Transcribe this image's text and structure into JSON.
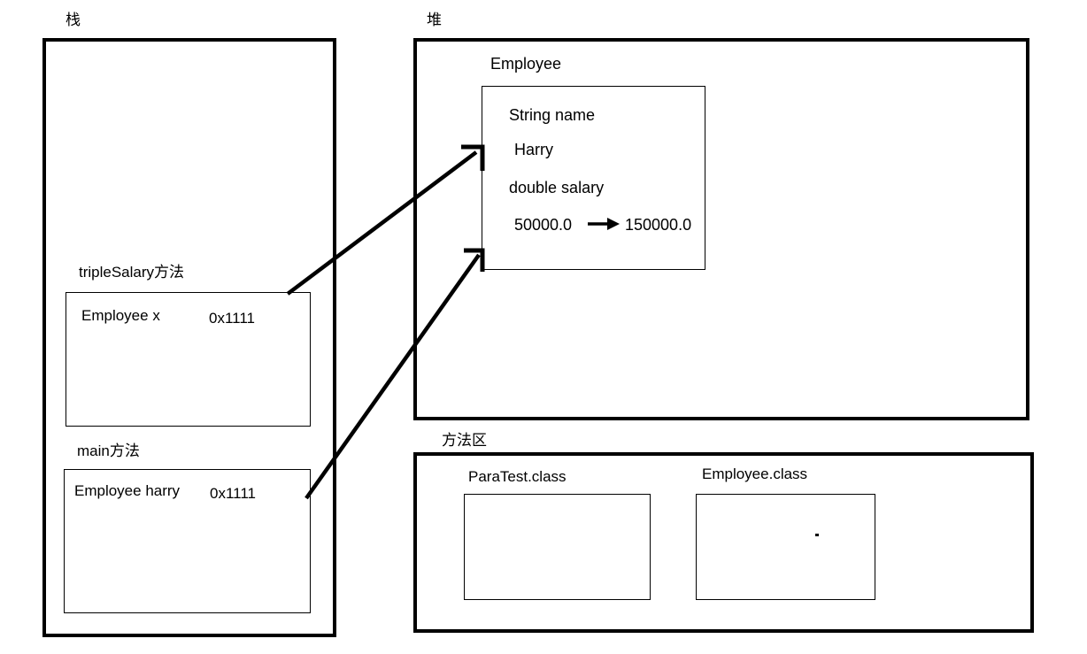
{
  "diagram": {
    "title_regions": {
      "stack": "栈",
      "heap": "堆",
      "method_area": "方法区"
    },
    "stack": {
      "frames": [
        {
          "label": "tripleSalary方法",
          "var_type_name": "Employee x",
          "value": "0x1111"
        },
        {
          "label": "main方法",
          "var_type_name": "Employee harry",
          "value": "0x1111"
        }
      ]
    },
    "heap": {
      "object_label": "Employee",
      "fields": [
        {
          "declaration": "String name",
          "value": "Harry"
        },
        {
          "declaration": "double salary",
          "old_value": "50000.0",
          "new_value": "150000.0",
          "transition_icon": "right-arrow-icon"
        }
      ]
    },
    "method_area": {
      "classes": [
        {
          "label": "ParaTest.class"
        },
        {
          "label": "Employee.class"
        }
      ]
    },
    "arrows": [
      {
        "name": "triplesalary-x-to-employee-object",
        "from": "tripleSalary frame",
        "to": "Employee object"
      },
      {
        "name": "main-harry-to-employee-object",
        "from": "main frame",
        "to": "Employee object"
      }
    ],
    "colors": {
      "stroke": "#000000",
      "background": "#ffffff"
    }
  }
}
